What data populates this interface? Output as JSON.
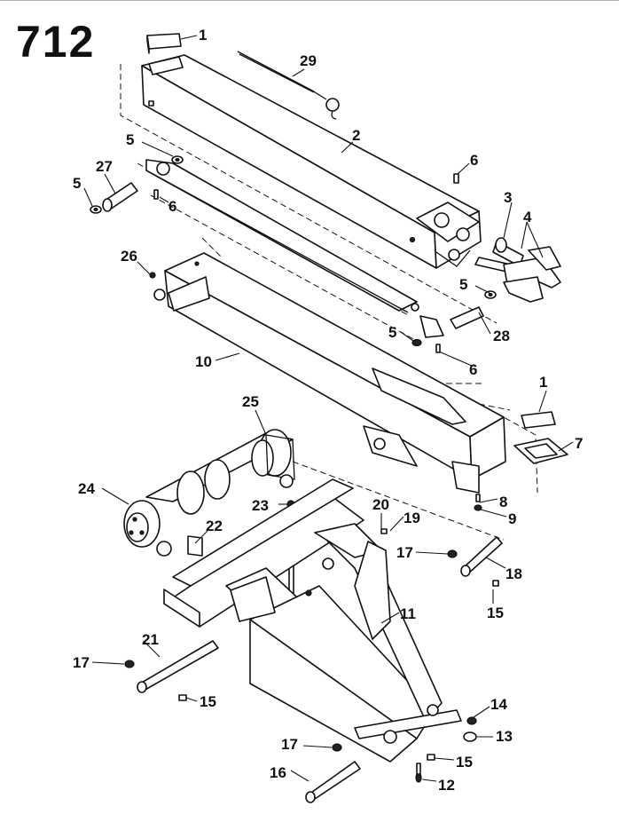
{
  "page_number": "712",
  "callouts": [
    "1",
    "29",
    "2",
    "5",
    "27",
    "5",
    "6",
    "6",
    "3",
    "4",
    "26",
    "5",
    "5",
    "28",
    "10",
    "6",
    "1",
    "7",
    "25",
    "8",
    "9",
    "24",
    "23",
    "20",
    "19",
    "22",
    "17",
    "18",
    "15",
    "11",
    "21",
    "17",
    "15",
    "14",
    "13",
    "17",
    "15",
    "16",
    "12"
  ],
  "colors": {
    "ink": "#111111",
    "paper": "#ffffff"
  }
}
